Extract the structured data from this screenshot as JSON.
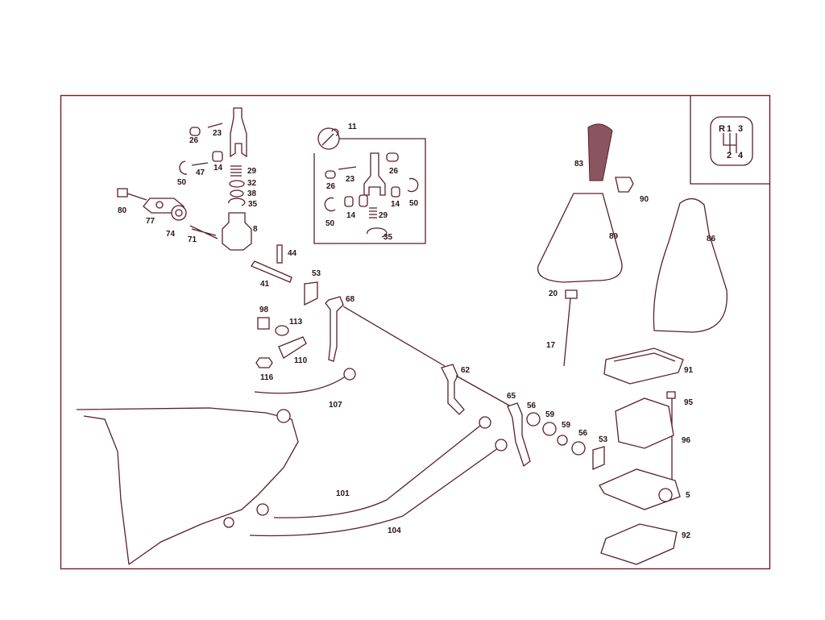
{
  "labels": {
    "p5": "5",
    "p8": "8",
    "p11": "11",
    "p14a": "14",
    "p14b": "14",
    "p14c": "14",
    "p17": "17",
    "p20": "20",
    "p23a": "23",
    "p23b": "23",
    "p26a": "26",
    "p26b": "26",
    "p26c": "26",
    "p29a": "29",
    "p29b": "29",
    "p32": "32",
    "p35a": "35",
    "p35b": "35",
    "p38": "38",
    "p41": "41",
    "p44": "44",
    "p47": "47",
    "p50a": "50",
    "p50b": "50",
    "p50c": "50",
    "p53a": "53",
    "p53b": "53",
    "p56a": "56",
    "p56b": "56",
    "p59a": "59",
    "p59b": "59",
    "p62": "62",
    "p65": "65",
    "p68": "68",
    "p71": "71",
    "p74": "74",
    "p77": "77",
    "p80": "80",
    "p83": "83",
    "p86": "86",
    "p89": "89",
    "p90": "90",
    "p91": "91",
    "p92": "92",
    "p95": "95",
    "p96": "96",
    "p98": "98",
    "p101": "101",
    "p104": "104",
    "p107": "107",
    "p110": "110",
    "p113": "113",
    "p116": "116"
  },
  "shift_pattern": {
    "r": "R",
    "g1": "1",
    "g2": "2",
    "g3": "3",
    "g4": "4"
  },
  "colors": {
    "frame": "#7a1a2a",
    "line": "#5a1f2a",
    "text": "#2a1416"
  }
}
